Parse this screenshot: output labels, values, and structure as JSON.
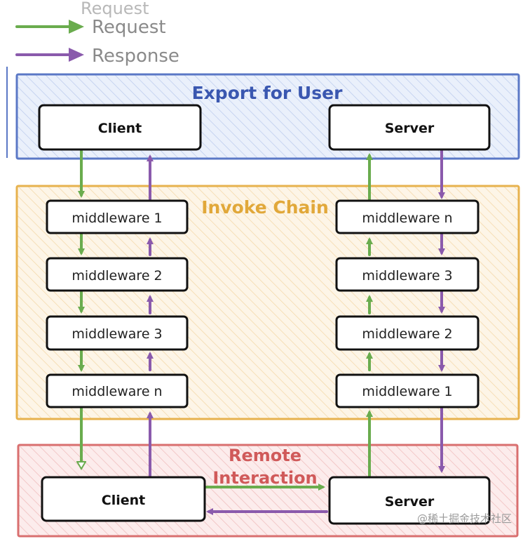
{
  "legend": {
    "ghost_text": "Request",
    "request": {
      "label": "Request",
      "color": "#6aac4e"
    },
    "response": {
      "label": "Response",
      "color": "#8a5aac"
    }
  },
  "zones": {
    "export": {
      "title": "Export for User",
      "title_color": "#3a57b0",
      "border": "#5b78c6",
      "fill": "#e3ebf9"
    },
    "invoke": {
      "title": "Invoke Chain",
      "title_color": "#e1a83a",
      "border": "#e7b24e",
      "fill": "#fdf3e1"
    },
    "remote": {
      "title_line1": "Remote",
      "title_line2": "Interaction",
      "title_color": "#d05a5a",
      "border": "#d96f6f",
      "fill": "#fbe8e8"
    }
  },
  "nodes": {
    "top_client": "Client",
    "top_server": "Server",
    "bottom_client": "Client",
    "bottom_server": "Server"
  },
  "client_chain": [
    "middleware 1",
    "middleware 2",
    "middleware 3",
    "middleware n"
  ],
  "server_chain": [
    "middleware n",
    "middleware 3",
    "middleware 2",
    "middleware 1"
  ],
  "watermark": "@稀土掘金技术社区"
}
